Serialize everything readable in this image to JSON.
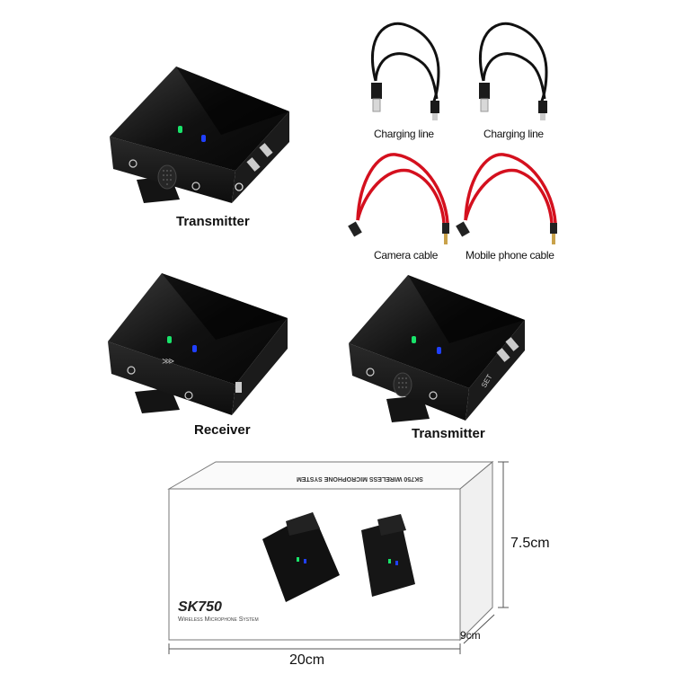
{
  "devices": {
    "top_left_label": "Transmitter",
    "receiver_label": "Receiver",
    "right_label": "Transmitter",
    "set_text": "SET"
  },
  "accessories": {
    "charging_line_1": "Charging line",
    "charging_line_2": "Charging line",
    "camera_cable": "Camera cable",
    "mobile_cable": "Mobile phone cable"
  },
  "package": {
    "model": "SK750",
    "subtitle": "Wireless Microphone System",
    "mirrored_top_text": "SK750 WIRELESS MICROPHONE SYSTEM",
    "unit_text": "SK750",
    "height_dim": "7.5cm",
    "width_dim": "20cm",
    "depth_dim": "9cm"
  },
  "colors": {
    "device_body": "#1a1a1a",
    "led_green": "#19e36a",
    "led_blue": "#2040ff",
    "cable_red": "#d4101e"
  }
}
